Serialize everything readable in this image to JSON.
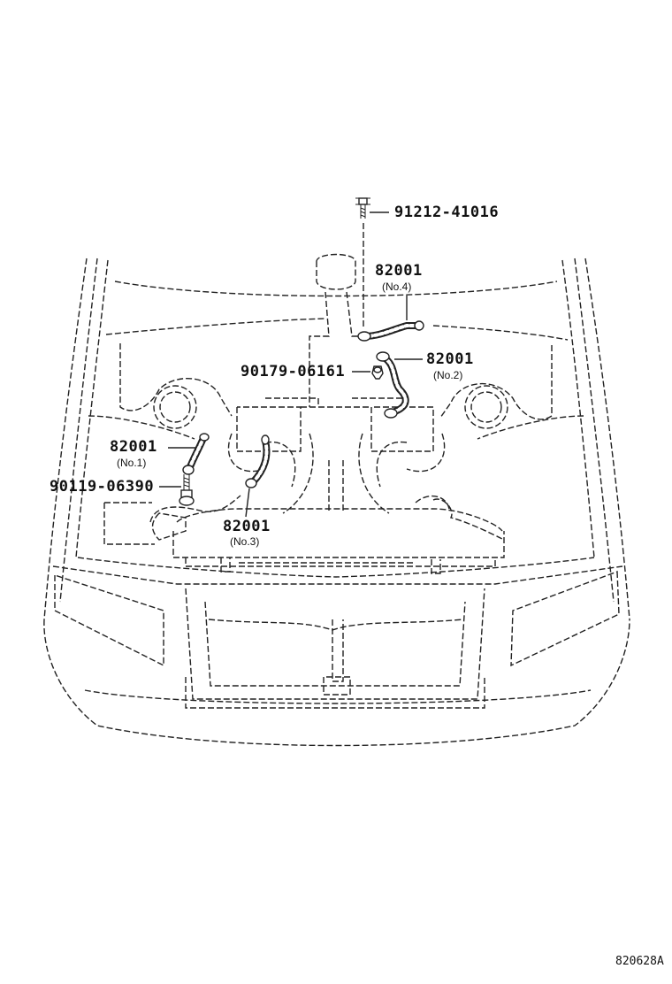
{
  "callouts": [
    {
      "id": "bolt-top",
      "part": "91212-41016",
      "sub": ""
    },
    {
      "id": "hose-no4",
      "part": "82001",
      "sub": "(No.4)"
    },
    {
      "id": "hose-no2",
      "part": "82001",
      "sub": "(No.2)"
    },
    {
      "id": "clamp",
      "part": "90179-06161",
      "sub": ""
    },
    {
      "id": "hose-no1",
      "part": "82001",
      "sub": "(No.1)"
    },
    {
      "id": "bolt-left",
      "part": "90119-06390",
      "sub": ""
    },
    {
      "id": "hose-no3",
      "part": "82001",
      "sub": "(No.3)"
    }
  ],
  "figure_ref": "820628A"
}
